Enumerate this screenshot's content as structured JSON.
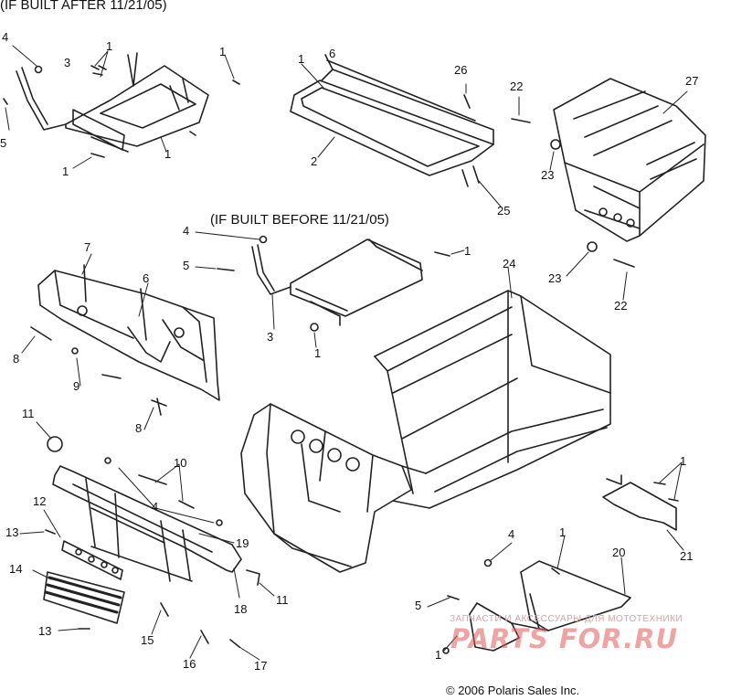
{
  "headers": {
    "after": "(IF BUILT AFTER 11/21/05)",
    "before": "(IF BUILT BEFORE 11/21/05)"
  },
  "callouts": {
    "c4_top": "4",
    "c3_top": "3",
    "c1_a": "1",
    "c1_b": "1",
    "c5_top": "5",
    "c1_c": "1",
    "c1_d": "1",
    "c1_e": "1",
    "c6": "6",
    "c2": "2",
    "c26": "26",
    "c22_top": "22",
    "c27": "27",
    "c23_top": "23",
    "c25": "25",
    "c4_mid": "4",
    "c1_mid": "1",
    "c5_mid": "5",
    "c3_mid": "3",
    "c1_mid2": "1",
    "c24": "24",
    "c23_mid": "23",
    "c22_mid": "22",
    "c7": "7",
    "c6_left": "6",
    "c8_a": "8",
    "c9": "9",
    "c8_b": "8",
    "c11_a": "11",
    "c10": "10",
    "c4_low": "4",
    "c12": "12",
    "c13_a": "13",
    "c19": "19",
    "c14": "14",
    "c18": "18",
    "c11_b": "11",
    "c13_b": "13",
    "c15": "15",
    "c16": "16",
    "c17": "17",
    "c1_r": "1",
    "c21": "21",
    "c4_br": "4",
    "c1_br": "1",
    "c20": "20",
    "c5_br": "5",
    "c1_br2": "1"
  },
  "watermark": {
    "caption": "ЗАПЧАСТИ И АКСЕССУАРЫ ДЛЯ МОТОТЕХНИКИ",
    "brand": "PARTS FOR.RU"
  },
  "copyright": "© 2006 Polaris Sales Inc."
}
